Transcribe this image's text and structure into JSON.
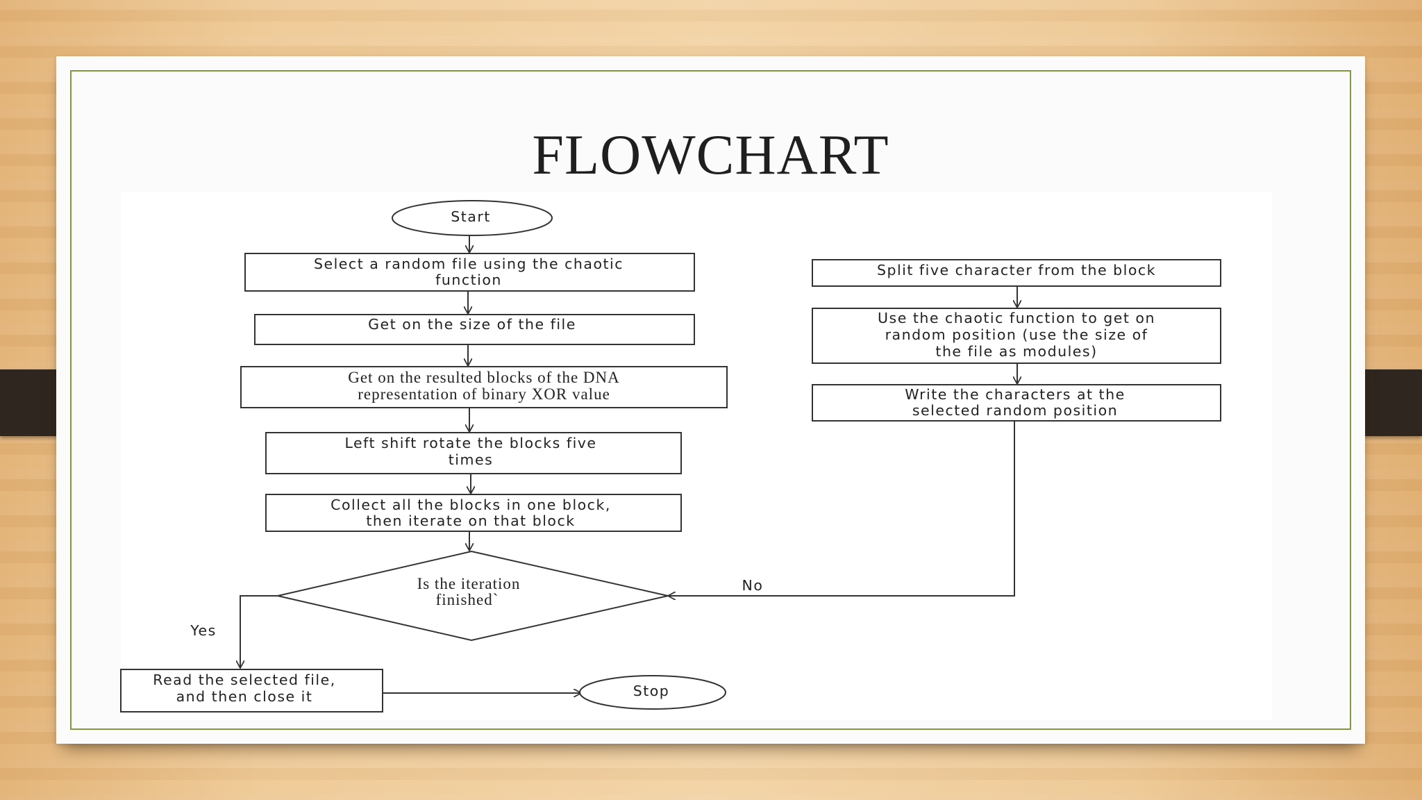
{
  "slide": {
    "title": "FLOWCHART"
  },
  "flowchart": {
    "start": "Start",
    "step1": [
      "Select a random file using the chaotic",
      "function"
    ],
    "step2": "Get on the size of the file",
    "step3": [
      "Get on the resulted blocks of the DNA",
      "representation of binary XOR value"
    ],
    "step4": [
      "Left shift rotate the blocks five",
      "times"
    ],
    "step5": [
      "Collect all the blocks in one block,",
      "then iterate on that block"
    ],
    "decision": [
      "Is the iteration",
      "finished`"
    ],
    "yes_label": "Yes",
    "no_label": "No",
    "read_close": [
      "Read the selected file,",
      "and then close it"
    ],
    "stop": "Stop",
    "split": "Split five character from the block",
    "chaotic_position": [
      "Use the chaotic function to get on",
      "random position (use the size of",
      "the file as modules)"
    ],
    "write_chars": [
      "Write the characters at the",
      "selected random position"
    ]
  }
}
